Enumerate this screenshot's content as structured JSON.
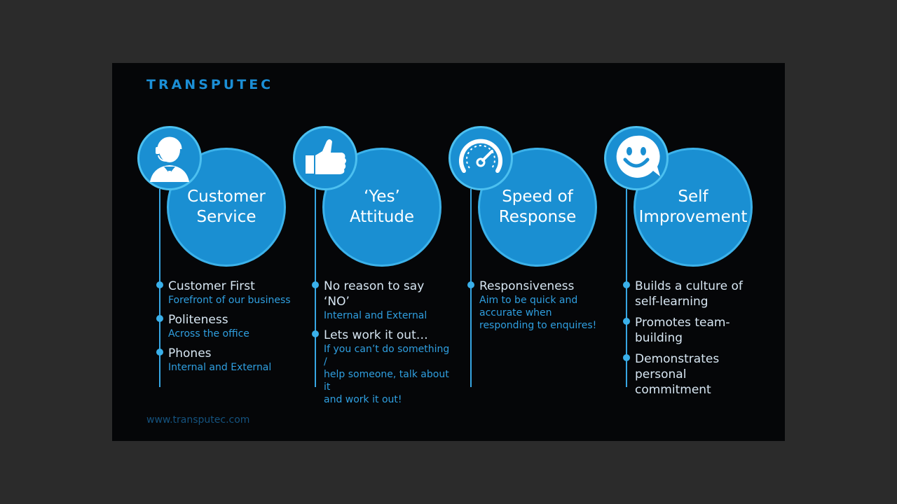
{
  "brand": "TRANSPUTEC",
  "footer_url": "www.transputec.com",
  "pillars": [
    {
      "title": "Customer\nService",
      "icon": "headset-agent-icon",
      "items": [
        {
          "title": "Customer First",
          "sub": "Forefront of our business"
        },
        {
          "title": "Politeness",
          "sub": "Across the office"
        },
        {
          "title": "Phones",
          "sub": "Internal and External"
        }
      ]
    },
    {
      "title": "‘Yes’\nAttitude",
      "icon": "thumbs-up-icon",
      "items": [
        {
          "title": "No reason to say ‘NO’",
          "sub": "Internal and External"
        },
        {
          "title": "Lets work it out…",
          "sub": "If you can’t do something /\nhelp someone, talk about it\nand work it out!"
        }
      ]
    },
    {
      "title": "Speed of\nResponse",
      "icon": "speedometer-icon",
      "items": [
        {
          "title": "Responsiveness",
          "sub": "Aim to be quick and\naccurate when\nresponding to enquires!"
        }
      ]
    },
    {
      "title": "Self\nImprovement",
      "icon": "smiley-chat-icon",
      "items": [
        {
          "title": "Builds a culture of\nself-learning",
          "sub": ""
        },
        {
          "title": "Promotes team-building",
          "sub": ""
        },
        {
          "title": "Demonstrates personal\ncommitment",
          "sub": ""
        }
      ]
    }
  ],
  "colors": {
    "brand_blue": "#1b8fd6",
    "circle_fill": "#1a8fd2",
    "circle_border": "#3cb2ea",
    "background": "#050608",
    "frame": "#2b2b2b"
  }
}
